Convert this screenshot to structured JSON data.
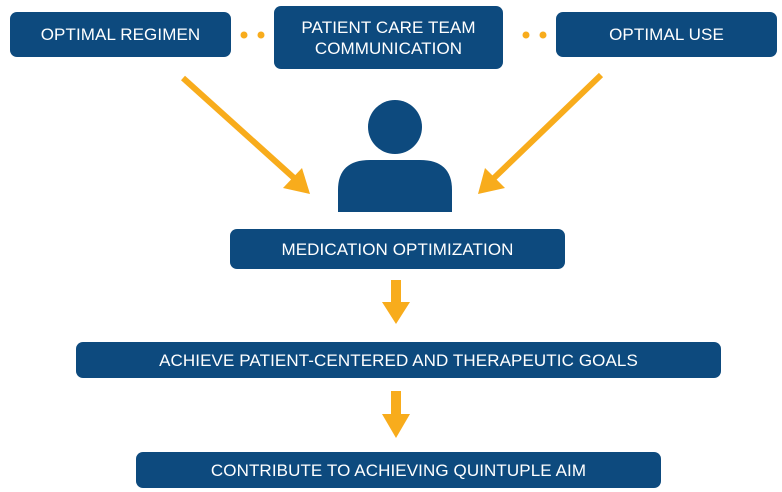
{
  "diagram": {
    "top_nodes": {
      "left": "OPTIMAL REGIMEN",
      "center_line1": "PATIENT CARE TEAM",
      "center_line2": "COMMUNICATION",
      "right": "OPTIMAL USE"
    },
    "center_node": "MEDICATION OPTIMIZATION",
    "outcome_1": "ACHIEVE PATIENT-CENTERED AND THERAPEUTIC GOALS",
    "outcome_2": "CONTRIBUTE TO ACHIEVING QUINTUPLE AIM",
    "icons": {
      "center": "person-icon",
      "arrows": "arrow-icon",
      "connectors": "dotted-connector"
    },
    "colors": {
      "box": "#0d4a7e",
      "text": "#ffffff",
      "arrow": "#f8ac1c"
    }
  }
}
